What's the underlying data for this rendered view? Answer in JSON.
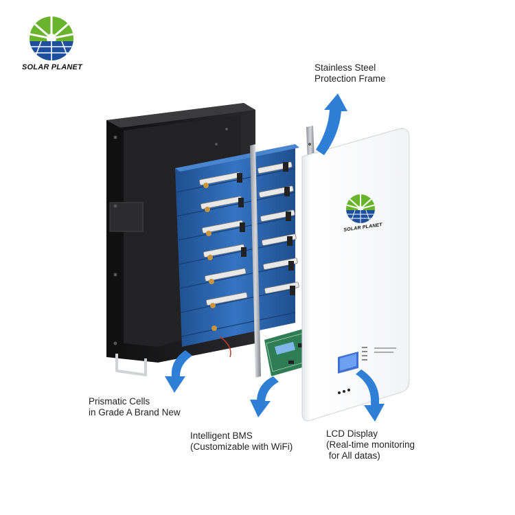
{
  "brand": {
    "name": "SOLAR PLANET",
    "colors": {
      "green": "#6ab42d",
      "blue": "#1d4f9c",
      "white": "#ffffff"
    }
  },
  "callouts": {
    "frame": {
      "line1": "Stainless Steel",
      "line2": "Protection Frame"
    },
    "cells": {
      "line1": "Prismatic Cells",
      "line2": "in Grade A Brand New"
    },
    "bms": {
      "line1": "Intelligent BMS",
      "line2": "(Customizable with WiFi)"
    },
    "lcd": {
      "line1": "LCD Display",
      "line2": "(Real-time monitoring",
      "line3": " for All datas)"
    }
  },
  "colors": {
    "arrow": "#2f7fd6",
    "casing": "#1b1b1c",
    "cells": "#2b63a8",
    "panel": "#f4f5f7"
  }
}
